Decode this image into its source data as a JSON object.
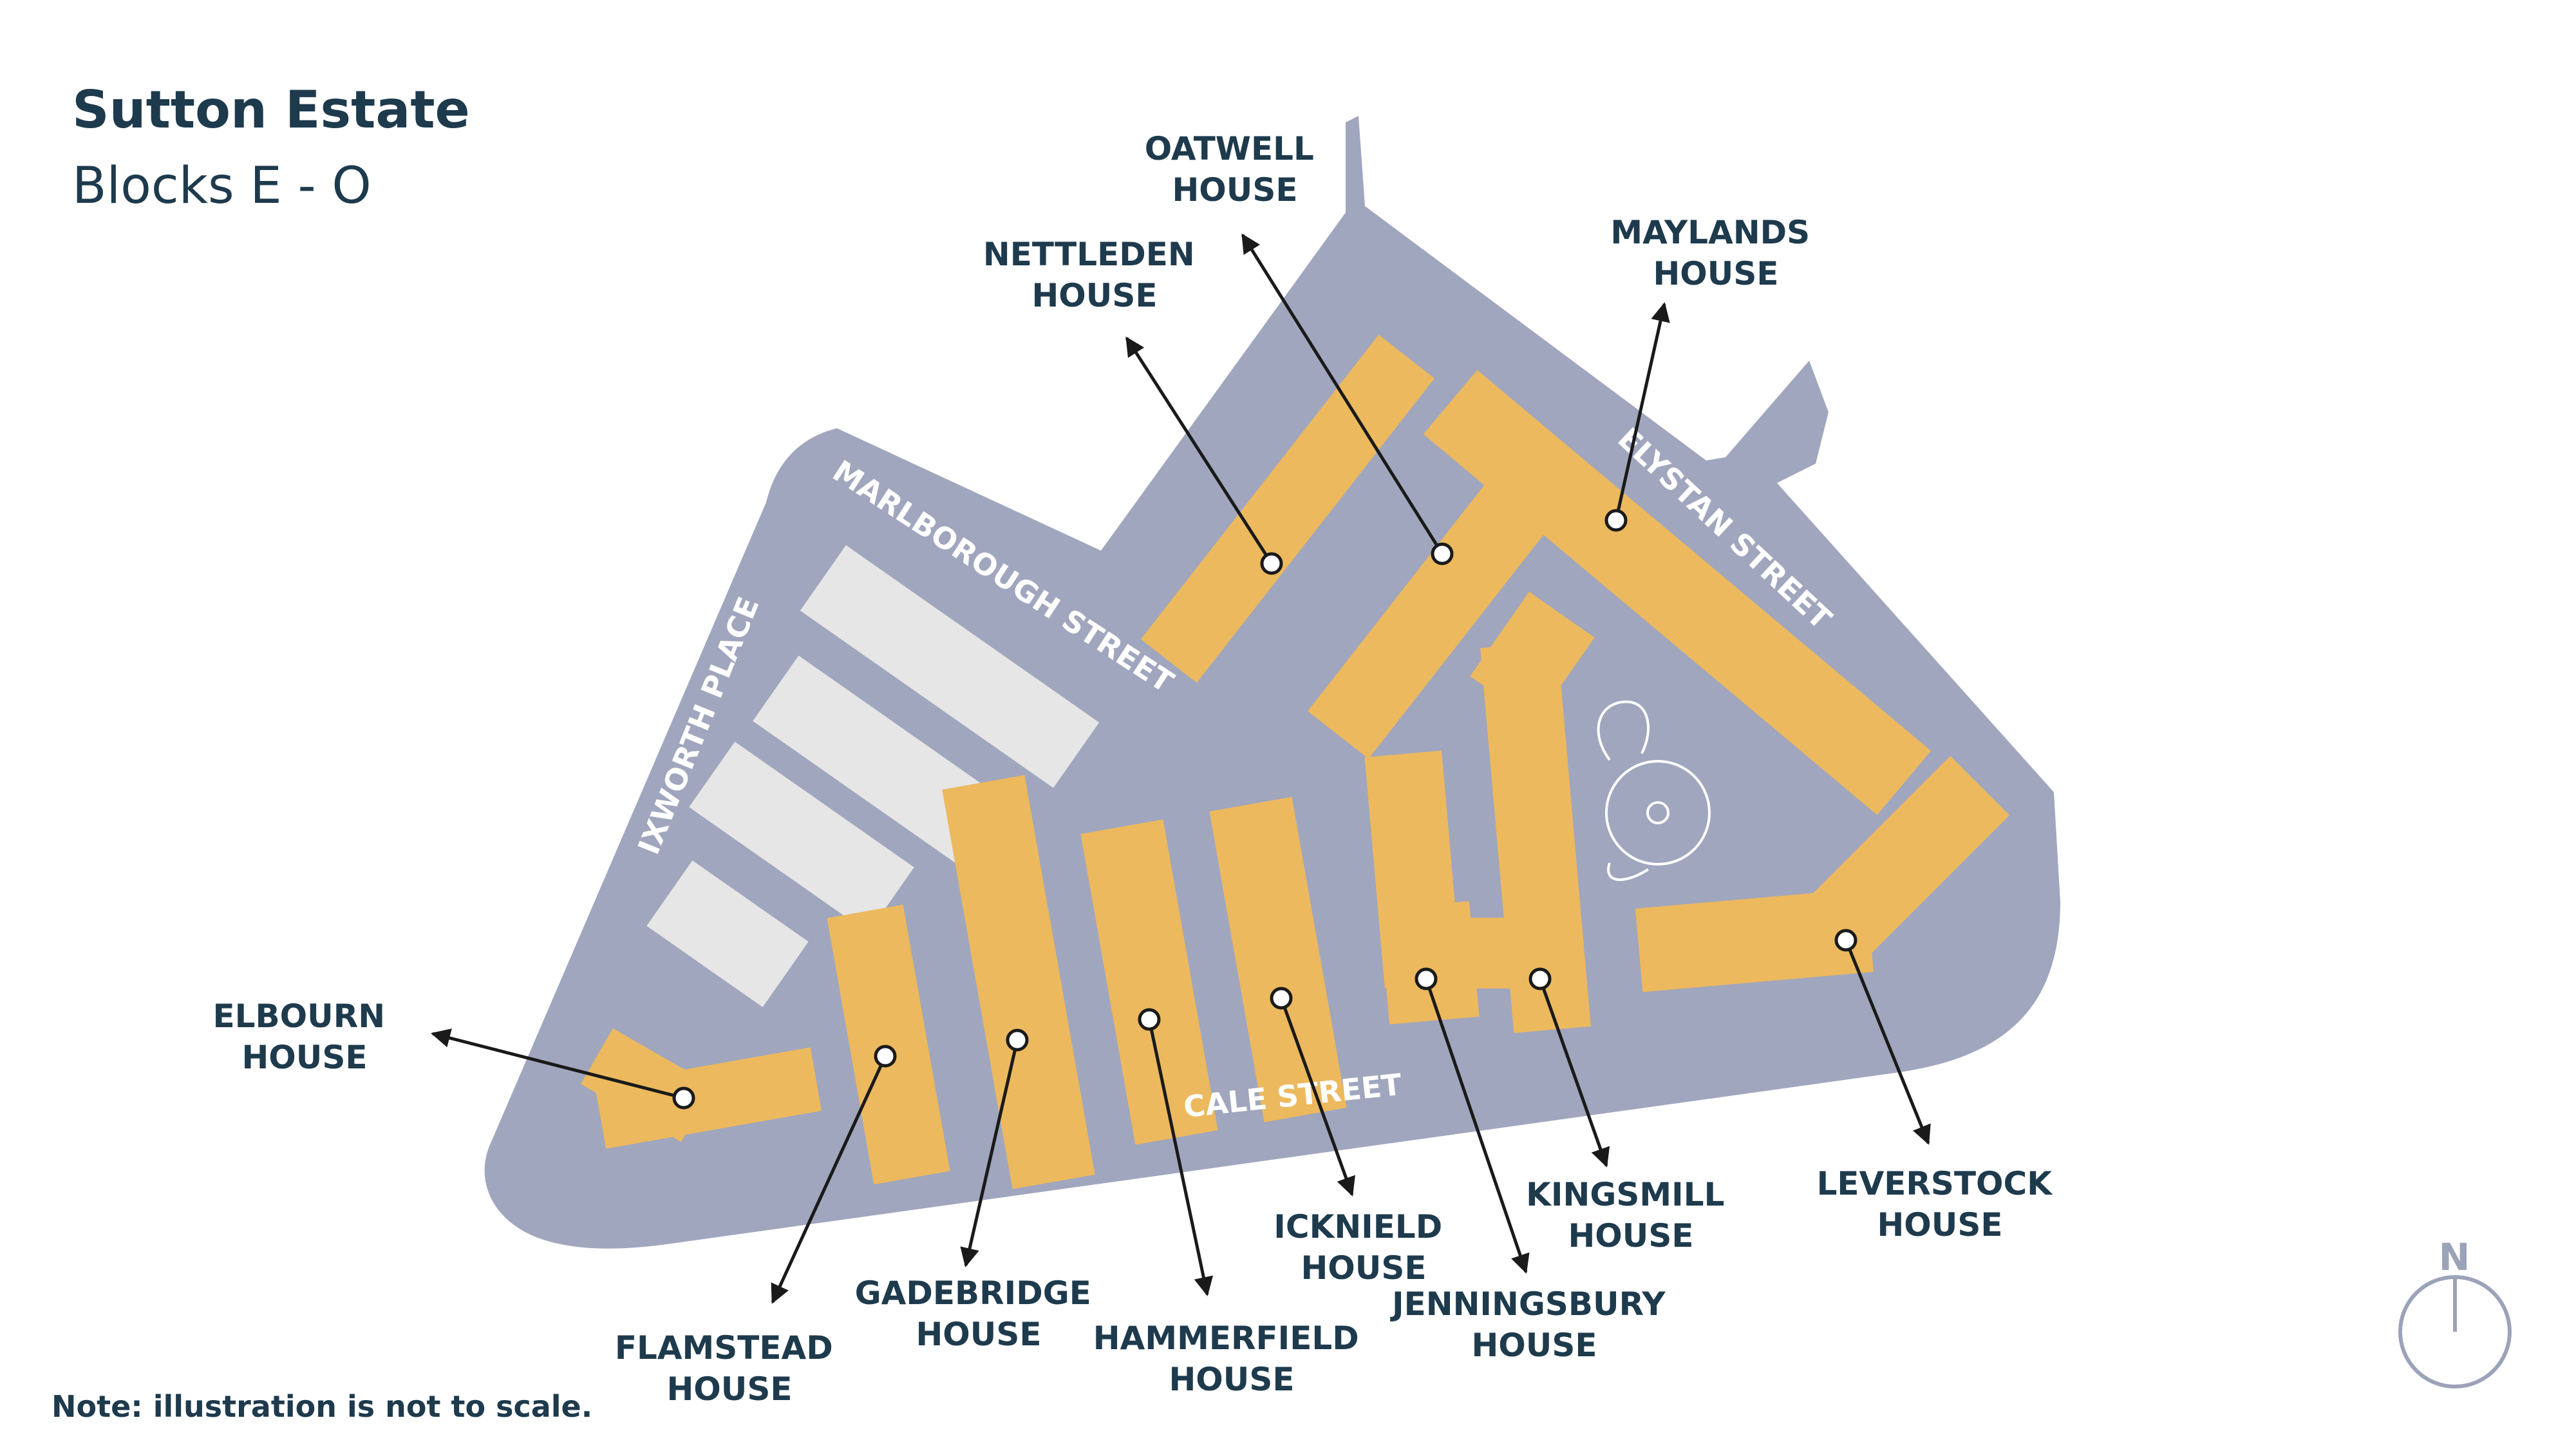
{
  "title": "Sutton Estate",
  "subtitle": "Blocks E - O",
  "note": "Note: illustration is not to scale.",
  "compass": {
    "label": "N"
  },
  "streets": {
    "marlborough": "MARLBOROUGH STREET",
    "ixworth": "IXWORTH PLACE",
    "elystan": "ELYSTAN STREET",
    "cale": "CALE STREET"
  },
  "blocks": {
    "oatwell": [
      "OATWELL",
      "HOUSE"
    ],
    "nettleden": [
      "NETTLEDEN",
      "HOUSE"
    ],
    "maylands": [
      "MAYLANDS",
      "HOUSE"
    ],
    "elbourn": [
      "ELBOURN",
      "HOUSE"
    ],
    "flamstead": [
      "FLAMSTEAD",
      "HOUSE"
    ],
    "gadebridge": [
      "GADEBRIDGE",
      "HOUSE"
    ],
    "hammerfield": [
      "HAMMERFIELD",
      "HOUSE"
    ],
    "icknield": [
      "ICKNIELD",
      "HOUSE"
    ],
    "jenningsbury": [
      "JENNINGSBURY",
      "HOUSE"
    ],
    "kingsmill": [
      "KINGSMILL",
      "HOUSE"
    ],
    "leverstock": [
      "LEVERSTOCK",
      "HOUSE"
    ]
  },
  "colors": {
    "ground": "#a0a6bd",
    "highlighted_block": "#ecb95e",
    "other_block": "#e6e6e6",
    "text": "#1e3a4d"
  }
}
